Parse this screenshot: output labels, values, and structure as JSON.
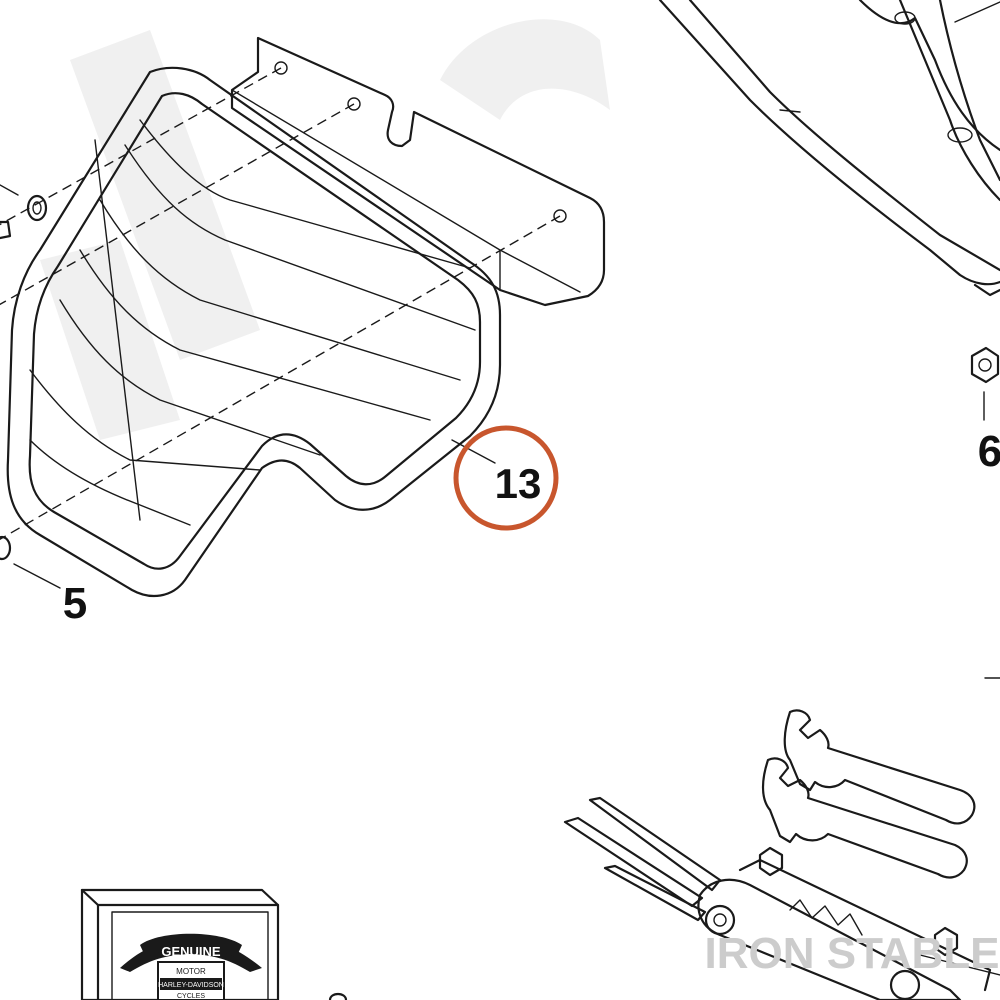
{
  "callouts": {
    "item_13": "13",
    "item_5": "5",
    "item_6": "6"
  },
  "badge": {
    "brand_top": "GENUINE",
    "brand_mid": "MOTOR",
    "brand_name": "HARLEY-DAVIDSON",
    "brand_bottom": "CYCLES"
  },
  "watermark": "IRON STABLE",
  "colors": {
    "highlight_circle": "#c8562d",
    "line": "#1a1a1a",
    "watermark": "#cccccc"
  }
}
